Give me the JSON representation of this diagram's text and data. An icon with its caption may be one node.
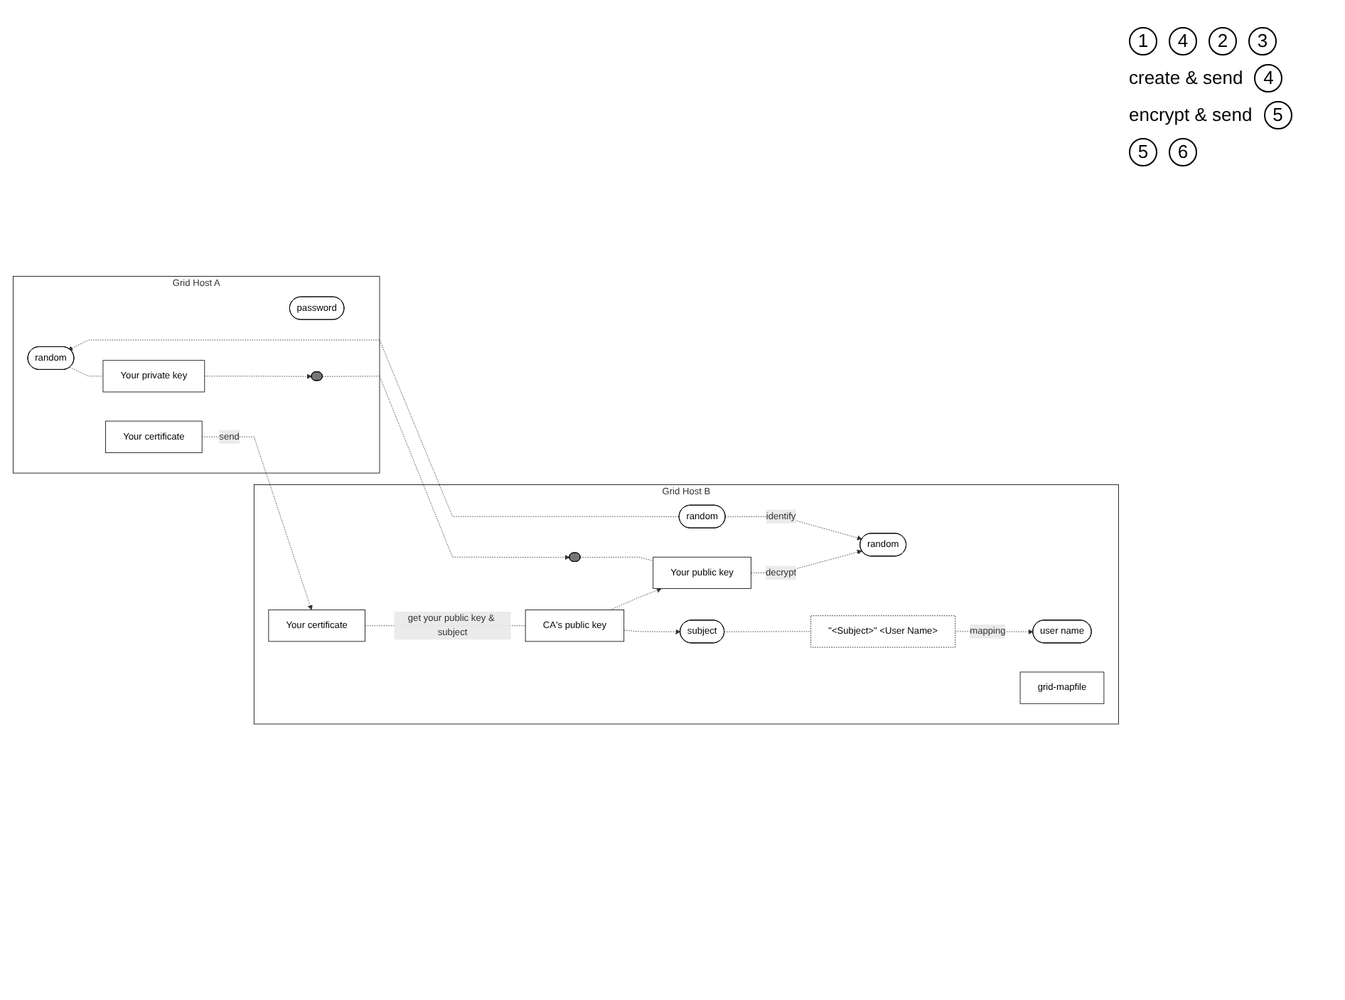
{
  "diagram": {
    "nodes": [
      {
        "text": [
          "Grid Host A"
        ]
      },
      {
        "text": [
          "Your certificate"
        ],
        "in": 0
      },
      {
        "text": [
          "password"
        ],
        "in": 0
      },
      {
        "text": [
          "random"
        ],
        "in": 0
      },
      {
        "text": [
          "Your private key"
        ],
        "in": 0
      },
      {
        "text": [],
        "shape": "ellipse",
        "in": 0
      },
      {
        "text": [
          "Grid Host B"
        ]
      },
      {
        "text": [
          "Your certificate"
        ],
        "in": 6
      },
      {
        "text": [
          "random"
        ],
        "in": 6
      },
      {
        "text": [
          "CA's public key"
        ],
        "in": 6
      },
      {
        "text": [],
        "shape": "ellipse",
        "in": 6
      },
      {
        "text": [
          "Your public key"
        ],
        "in": 6
      },
      {
        "text": [
          "random"
        ],
        "in": 6
      },
      {
        "text": [
          "subject"
        ],
        "in": 6
      },
      {
        "text": [
          "user name"
        ],
        "in": 6
      },
      {
        "text": [
          "\"<Subject>\" <User Name>"
        ],
        "in": 6
      },
      {
        "text": [
          "grid-mapfile"
        ],
        "in": 6
      }
    ],
    "edges": [
      {
        "from": 1,
        "to": 7,
        "arrow": "to",
        "label": "send",
        "style": "dashed"
      },
      {
        "from": 7,
        "to": 9,
        "arrow": "none",
        "label": "get your public key & subject",
        "style": "dashed"
      },
      {
        "from": 8,
        "to": 3,
        "arrow": "to",
        "style": "dashed"
      },
      {
        "from": 3,
        "to": 4,
        "arrow": "none",
        "style": "dashed"
      },
      {
        "from": 4,
        "to": 5,
        "arrow": "to",
        "style": "dashed"
      },
      {
        "from": 5,
        "to": 10,
        "arrow": "to",
        "style": "dashed"
      },
      {
        "from": 9,
        "to": 11,
        "arrow": "to",
        "style": "dashed"
      },
      {
        "from": 9,
        "to": 13,
        "arrow": "to",
        "style": "dashed"
      },
      {
        "from": 10,
        "to": 11,
        "arrow": "none",
        "style": "dashed"
      },
      {
        "from": 11,
        "to": 12,
        "arrow": "to",
        "label": "decrypt",
        "style": "dashed"
      },
      {
        "from": 8,
        "to": 12,
        "arrow": "to",
        "label": "identify",
        "style": "dashed"
      },
      {
        "from": 13,
        "to": 15,
        "arrow": "none",
        "style": "dashed"
      },
      {
        "from": 15,
        "to": 14,
        "arrow": "to",
        "label": "mapping",
        "style": "dashed"
      }
    ],
    "labels": [
      "1",
      "4",
      "2",
      "3",
      "create & send",
      "4",
      "encrypt & send",
      "5",
      "5",
      "6"
    ]
  }
}
